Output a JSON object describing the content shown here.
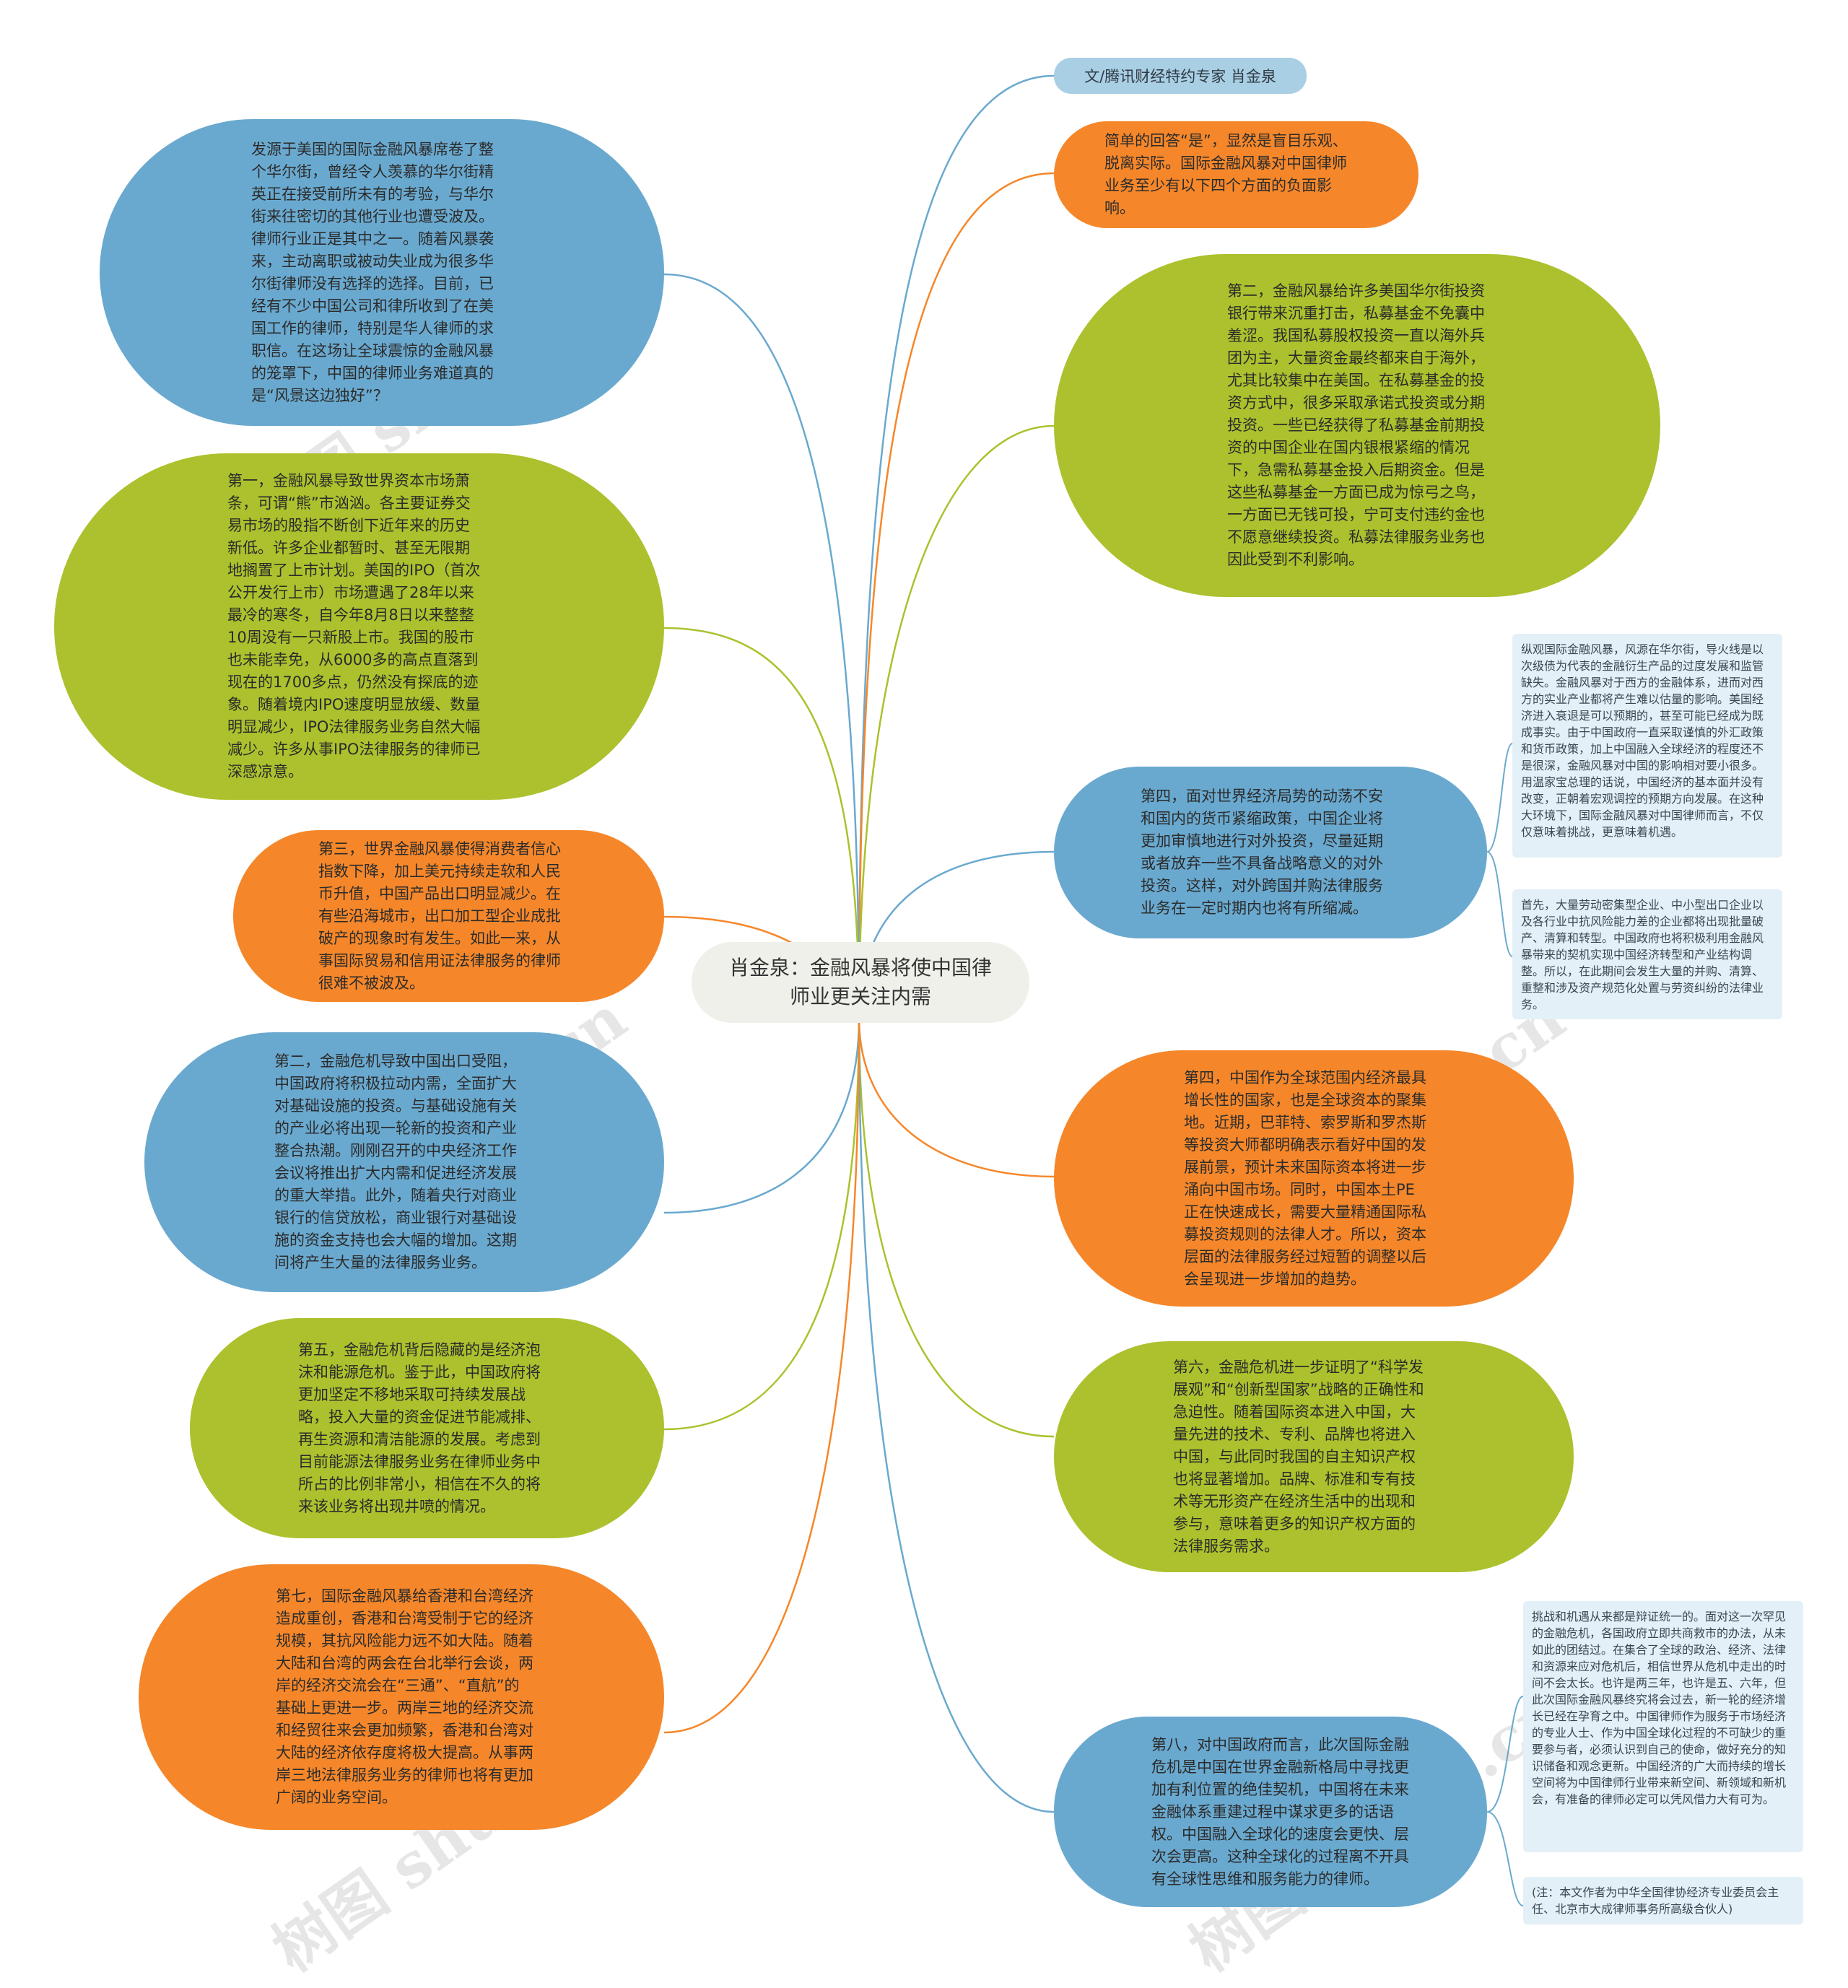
{
  "center": {
    "title": "肖金泉：金融风暴将使中国律师业更关注内需"
  },
  "right": {
    "author": "文/腾讯财经特约专家 肖金泉",
    "answer": "简单的回答“是”，显然是盲目乐观、脱离实际。国际金融风暴对中国律师业务至少有以下四个方面的负面影响。",
    "second_pe": "第二，金融风暴给许多美国华尔街投资银行带来沉重打击，私募基金不免囊中羞涩。我国私募股权投资一直以海外兵团为主，大量资金最终都来自于海外，尤其比较集中在美国。在私募基金的投资方式中，很多采取承诺式投资或分期投资。一些已经获得了私募基金前期投资的中国企业在国内银根紧缩的情况下，急需私募基金投入后期资金。但是这些私募基金一方面已成为惊弓之鸟，一方面已无钱可投，宁可支付违约金也不愿意继续投资。私募法律服务业务也因此受到不利影响。",
    "fourth_fdi": "第四，面对世界经济局势的动荡不安和国内的货币紧缩政策，中国企业将更加审慎地进行对外投资，尽量延期或者放弃一些不具备战略意义的对外投资。这样，对外跨国并购法律服务业务在一定时期内也将有所缩减。",
    "note_opportunity": "纵观国际金融风暴，风源在华尔街，导火线是以次级债为代表的金融衍生产品的过度发展和监管缺失。金融风暴对于西方的金融体系，进而对西方的实业产业都将产生难以估量的影响。美国经济进入衰退是可以预期的，甚至可能已经成为既成事实。由于中国政府一直采取谨慎的外汇政策和货币政策，加上中国融入全球经济的程度还不是很深，金融风暴对中国的影响相对要小很多。用温家宝总理的话说，中国经济的基本面并没有改变，正朝着宏观调控的预期方向发展。在这种大环境下，国际金融风暴对中国律师而言，不仅仅意味着挑战，更意味着机遇。",
    "note_first": "首先，大量劳动密集型企业、中小型出口企业以及各行业中抗风险能力差的企业都将出现批量破产、清算和转型。中国政府也将积极利用金融风暴带来的契机实现中国经济转型和产业结构调整。所以，在此期间会发生大量的并购、清算、重整和涉及资产规范化处置与劳资纠纷的法律业务。",
    "fourth_china": "第四，中国作为全球范围内经济最具增长性的国家，也是全球资本的聚集地。近期，巴菲特、索罗斯和罗杰斯等投资大师都明确表示看好中国的发展前景，预计未来国际资本将进一步涌向中国市场。同时，中国本土PE正在快速成长，需要大量精通国际私募投资规则的法律人才。所以，资本层面的法律服务经过短暂的调整以后会呈现进一步增加的趋势。",
    "sixth": "第六，金融危机进一步证明了“科学发展观”和“创新型国家”战略的正确性和急迫性。随着国际资本进入中国，大量先进的技术、专利、品牌也将进入中国，与此同时我国的自主知识产权也将显著增加。品牌、标准和专有技术等无形资产在经济生活中的出现和参与，意味着更多的知识产权方面的法律服务需求。",
    "eighth": "第八，对中国政府而言，此次国际金融危机是中国在世界金融新格局中寻找更加有利位置的绝佳契机，中国将在未来金融体系重建过程中谋求更多的话语权。中国融入全球化的速度会更快、层次会更高。这种全球化的过程离不开具有全球性思维和服务能力的律师。",
    "note_challenge": "挑战和机遇从来都是辩证统一的。面对这一次罕见的金融危机，各国政府立即共商救市的办法，从未如此的团结过。在集合了全球的政治、经济、法律和资源来应对危机后，相信世界从危机中走出的时间不会太长。也许是两三年，也许是五、六年，但此次国际金融风暴终究将会过去，新一轮的经济增长已经在孕育之中。中国律师作为服务于市场经济的专业人士、作为中国全球化过程的不可缺少的重要参与者，必须认识到自己的使命，做好充分的知识储备和观念更新。中国经济的广大而持续的增长空间将为中国律师行业带来新空间、新领域和新机会，有准备的律师必定可以凭风借力大有可为。",
    "note_author": "(注：本文作者为中华全国律协经济专业委员会主任、北京市大成律师事务所高级合伙人)"
  },
  "left": {
    "intro": "发源于美国的国际金融风暴席卷了整个华尔街，曾经令人羡慕的华尔街精英正在接受前所未有的考验，与华尔街来往密切的其他行业也遭受波及。律师行业正是其中之一。随着风暴袭来，主动离职或被动失业成为很多华尔街律师没有选择的选择。目前，已经有不少中国公司和律所收到了在美国工作的律师，特别是华人律师的求职信。在这场让全球震惊的金融风暴的笼罩下，中国的律师业务难道真的是“风景这边独好”？",
    "first": "第一，金融风暴导致世界资本市场萧条，可谓“熊”市汹汹。各主要证券交易市场的股指不断创下近年来的历史新低。许多企业都暂时、甚至无限期地搁置了上市计划。美国的IPO（首次公开发行上市）市场遭遇了28年以来最冷的寒冬，自今年8月8日以来整整10周没有一只新股上市。我国的股市也未能幸免，从6000多的高点直落到现在的1700多点，仍然没有探底的迹象。随着境内IPO速度明显放缓、数量明显减少，IPO法律服务业务自然大幅减少。许多从事IPO法律服务的律师已深感凉意。",
    "third": "第三，世界金融风暴使得消费者信心指数下降，加上美元持续走软和人民币升值，中国产品出口明显减少。在有些沿海城市，出口加工型企业成批破产的现象时有发生。如此一来，从事国际贸易和信用证法律服务的律师很难不被波及。",
    "second_infra": "第二，金融危机导致中国出口受阻，中国政府将积极拉动内需，全面扩大对基础设施的投资。与基础设施有关的产业必将出现一轮新的投资和产业整合热潮。刚刚召开的中央经济工作会议将推出扩大内需和促进经济发展的重大举措。此外，随着央行对商业银行的信贷放松，商业银行对基础设施的资金支持也会大幅的增加。这期间将产生大量的法律服务业务。",
    "fifth": "第五，金融危机背后隐藏的是经济泡沫和能源危机。鉴于此，中国政府将更加坚定不移地采取可持续发展战略，投入大量的资金促进节能减排、再生资源和清洁能源的发展。考虑到目前能源法律服务业务在律师业务中所占的比例非常小，相信在不久的将来该业务将出现井喷的情况。",
    "seventh": "第七，国际金融风暴给香港和台湾经济造成重创，香港和台湾受制于它的经济规模，其抗风险能力远不如大陆。随着大陆和台湾的两会在台北举行会谈，两岸的经济交流会在“三通”、“直航”的基础上更进一步。两岸三地的经济交流和经贸往来会更加频繁，香港和台湾对大陆的经济依存度将极大提高。从事两岸三地法律服务业务的律师也将有更加广阔的业务空间。"
  },
  "watermark": "树图 shutu.cn",
  "colors": {
    "blue": "#6aa9cf",
    "green": "#acc12d",
    "orange": "#f5872a",
    "center": "#f0f0ea",
    "pill": "#a9cfe4",
    "note": "#e3f0f8"
  }
}
